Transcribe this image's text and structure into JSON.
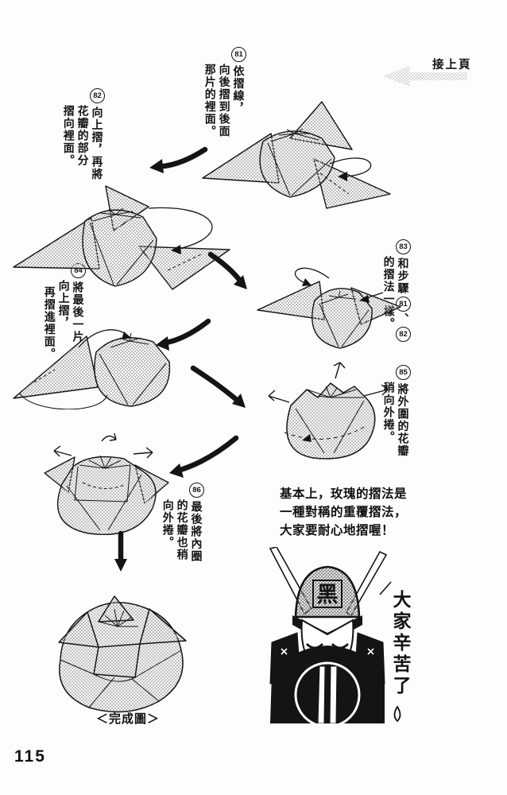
{
  "page": {
    "number": "115"
  },
  "header": {
    "continuation_label": "接上頁"
  },
  "steps": [
    {
      "num": "81",
      "cols": [
        "依摺線，",
        "向後摺到後面",
        "那片的裡面。"
      ]
    },
    {
      "num": "82",
      "cols": [
        "向上摺，再將",
        "花瓣的部分",
        "摺向裡面。"
      ]
    },
    {
      "num": "83",
      "t1": "和步驟",
      "ref1": "81",
      "sep": "、",
      "ref2": "82",
      "t2": "的摺法一樣。"
    },
    {
      "num": "84",
      "cols": [
        "將最後一片",
        "向上摺，",
        "再摺進裡面。"
      ]
    },
    {
      "num": "85",
      "cols": [
        "將外圍的花瓣",
        "稍向外捲。"
      ]
    },
    {
      "num": "86",
      "cols": [
        "最後將內圈",
        "的花瓣也稍",
        "向外捲。"
      ]
    }
  ],
  "note": {
    "lines": [
      "基本上，玫瑰的摺法是",
      "一種對稱的重覆摺法，",
      "大家要耐心地摺喔！"
    ]
  },
  "character": {
    "speech": "大家辛苦了",
    "helmet_glyph": "黑"
  },
  "completed": {
    "caption": "＜完成圖＞"
  },
  "colors": {
    "ink": "#141414",
    "tone": "#b5b5b5",
    "gray_arrow": "#c9c9c9"
  }
}
